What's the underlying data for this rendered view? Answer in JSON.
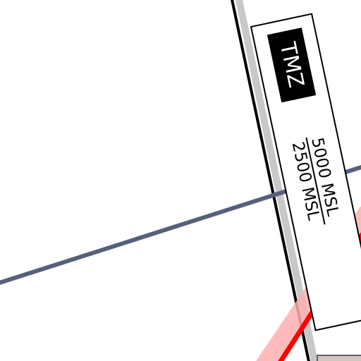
{
  "map": {
    "colors": {
      "background": "#ffffff",
      "route_line": "#56607b",
      "restricted_line": "#ff0000",
      "restricted_halo": "#ffb0b0",
      "boundary_shadow": "#c8c8c8",
      "boundary": "#000000",
      "tmz_box": "#000000",
      "tmz_text": "#ffffff"
    },
    "airspace": {
      "designator": "TMZ",
      "upper_limit": "5000 MSL",
      "lower_limit": "2500 MSL"
    }
  }
}
